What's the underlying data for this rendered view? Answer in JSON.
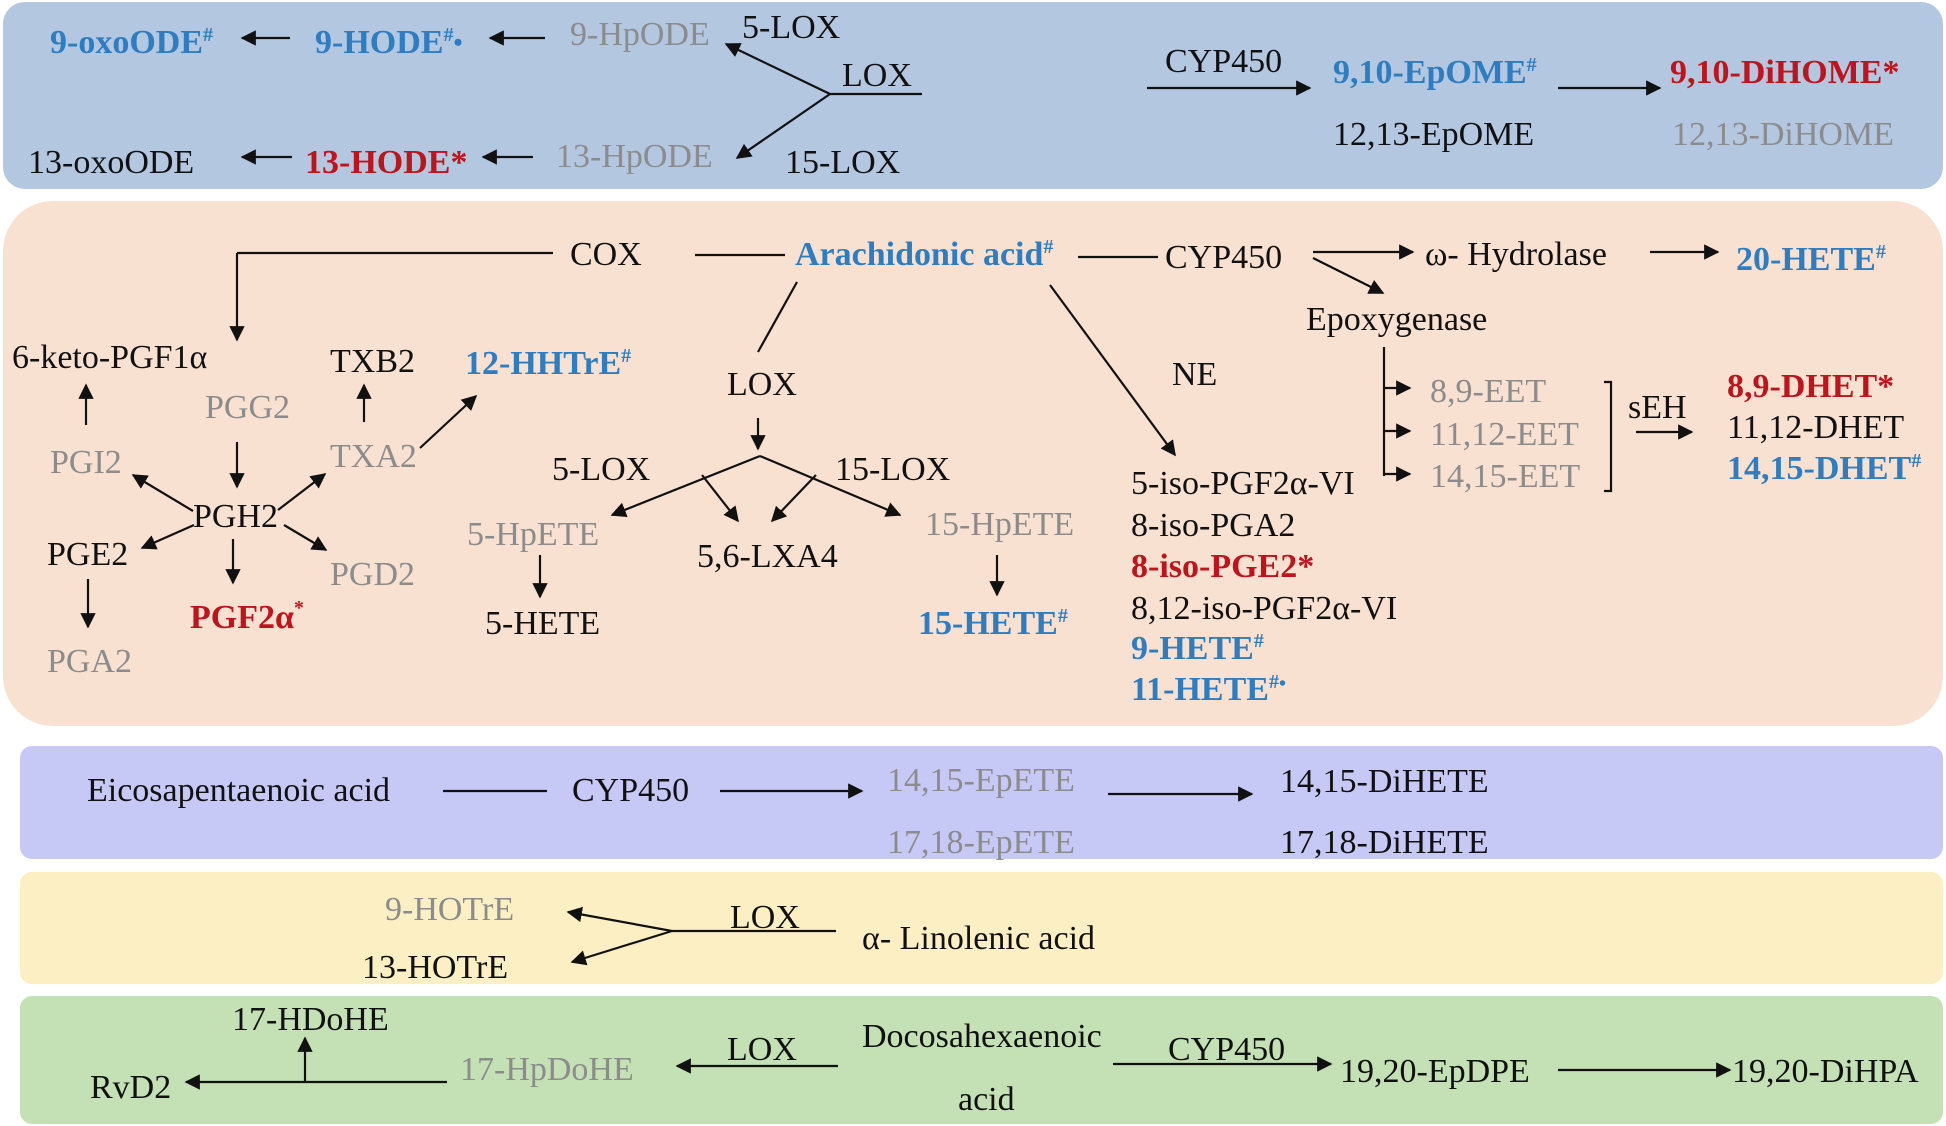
{
  "colors": {
    "panel_lipid18": "#b3c7e1",
    "panel_arachidonic": "#f9e1d2",
    "panel_epa": "#c6c9f5",
    "panel_ala": "#fcefc4",
    "panel_dha": "#c4e1b5",
    "text_default": "#111111",
    "text_gray": "#8c8c8c",
    "text_blue": "#2e7dc1",
    "text_red": "#c0141c"
  },
  "panel1": {
    "oxoode9": "9-oxoODE",
    "hode9": "9-HODE",
    "hpode9": "9-HpODE",
    "lox5": "5-LOX",
    "lox": "LOX",
    "oxoode13": "13-oxoODE",
    "hode13": "13-HODE*",
    "hpode13": "13-HpODE",
    "lox15": "15-LOX",
    "cyp450": "CYP450",
    "epome910": "9,10-EpOME",
    "dihome910": "9,10-DiHOME*",
    "epome1213": "12,13-EpOME",
    "dihome1213": "12,13-DiHOME"
  },
  "panel2": {
    "cox": "COX",
    "arachidonic": "Arachidonic acid",
    "cyp450": "CYP450",
    "hydrolase": "ω- Hydrolase",
    "hete20": "20-HETE",
    "epoxygenase": "Epoxygenase",
    "keto_pgf1a": "6-keto-PGF1α",
    "txb2": "TXB2",
    "hhtre12": "12-HHTrE",
    "pgg2": "PGG2",
    "lox": "LOX",
    "ne": "NE",
    "eet89": "8,9-EET",
    "eet1112": "11,12-EET",
    "eet1415": "14,15-EET",
    "seh": "sEH",
    "dhet89": "8,9-DHET*",
    "dhet1112": "11,12-DHET",
    "dhet1415": "14,15-DHET",
    "pgi2": "PGI2",
    "pgh2": "PGH2",
    "txa2": "TXA2",
    "lox5": "5-LOX",
    "lox15": "15-LOX",
    "pge2": "PGE2",
    "pgd2": "PGD2",
    "hpete5": "5-HpETE",
    "lxa4": "5,6-LXA4",
    "hpete15": "15-HpETE",
    "pgf2a": "PGF2α",
    "hete5": "5-HETE",
    "hete15": "15-HETE",
    "pga2": "PGA2",
    "iso_pgf2a_vi_5": "5-iso-PGF2α-VI",
    "iso_pga2_8": "8-iso-PGA2",
    "iso_pge2_8": "8-iso-PGE2*",
    "iso_pgf2a_vi_812": "8,12-iso-PGF2α-VI",
    "hete9": "9-HETE",
    "hete11": "11-HETE"
  },
  "panel3": {
    "epa": "Eicosapentaenoic acid",
    "cyp450": "CYP450",
    "epete1415": "14,15-EpETE",
    "dihete1415": "14,15-DiHETE",
    "epete1718": "17,18-EpETE",
    "dihete1718": "17,18-DiHETE"
  },
  "panel4": {
    "hotre9": "9-HOTrE",
    "lox": "LOX",
    "linolenic": "α- Linolenic acid",
    "hotre13": "13-HOTrE"
  },
  "panel5": {
    "hdohe17": "17-HDoHE",
    "rvd2": "RvD2",
    "hpdohe17": "17-HpDoHE",
    "lox": "LOX",
    "dha_line1": "Docosahexaenoic",
    "dha_line2": "acid",
    "cyp450": "CYP450",
    "epdpe1920": "19,20-EpDPE",
    "dihpa1920": "19,20-DiHPA"
  }
}
